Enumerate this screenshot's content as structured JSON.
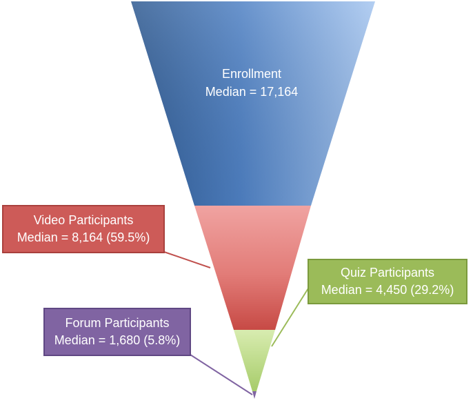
{
  "stages": [
    {
      "id": "enrollment",
      "title": "Enrollment",
      "value_text": "Median = 17,164",
      "color": "#4f81bd"
    },
    {
      "id": "video",
      "title": "Video Participants",
      "value_text": "Median = 8,164 (59.5%)",
      "color": "#c0504d"
    },
    {
      "id": "quiz",
      "title": "Quiz Participants",
      "value_text": "Median = 4,450 (29.2%)",
      "color": "#9bbb59"
    },
    {
      "id": "forum",
      "title": "Forum Participants",
      "value_text": "Median = 1,680 (5.8%)",
      "color": "#8064a2"
    }
  ]
}
